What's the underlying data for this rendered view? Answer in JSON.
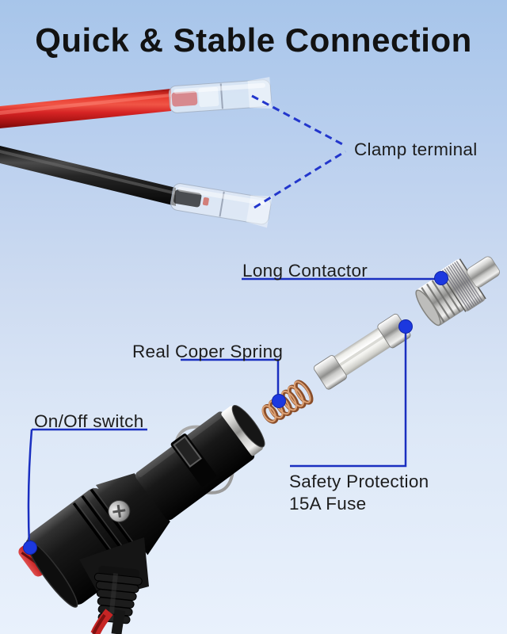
{
  "title": "Quick & Stable Connection",
  "labels": {
    "clamp_terminal": "Clamp terminal",
    "long_contactor": "Long Contactor",
    "copper_spring": "Real Coper Spring",
    "on_off_switch": "On/Off switch",
    "fuse_line1": "Safety Protection",
    "fuse_line2": "15A Fuse"
  },
  "colors": {
    "background_top": "#a7c5ea",
    "background_bottom": "#e9f1fc",
    "callout_line_blue": "#1a2fc0",
    "callout_dot_blue": "#1c38df",
    "dashed_line_blue": "#2236cc",
    "title_text": "#121212",
    "label_text": "#1d1d1d",
    "wire_red": "#d42222",
    "wire_black": "#141414",
    "copper_spring": "#bf7a50",
    "metal_silver": "#c9c9c7"
  }
}
